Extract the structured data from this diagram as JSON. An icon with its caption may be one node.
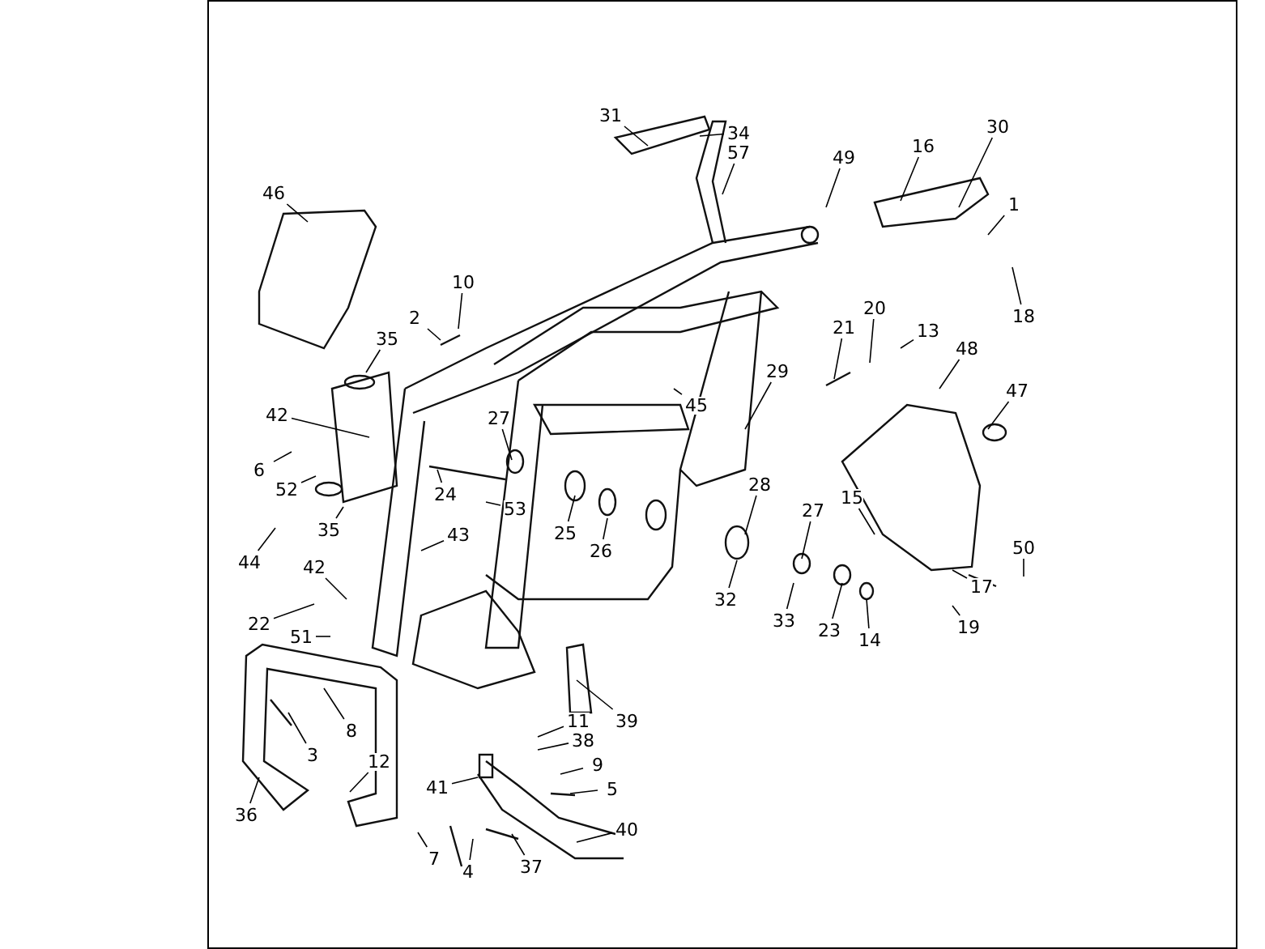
{
  "diagram": {
    "nodes": [
      {
        "text": [
          "31"
        ]
      },
      {
        "text": [
          "34"
        ]
      },
      {
        "text": [
          "57"
        ]
      },
      {
        "text": [
          "49"
        ]
      },
      {
        "text": [
          "16"
        ]
      },
      {
        "text": [
          "30"
        ]
      },
      {
        "text": [
          "1"
        ]
      },
      {
        "text": [
          "18"
        ]
      },
      {
        "text": [
          "46"
        ]
      },
      {
        "text": [
          "10"
        ]
      },
      {
        "text": [
          "2"
        ]
      },
      {
        "text": [
          "35"
        ]
      },
      {
        "text": [
          "21"
        ]
      },
      {
        "text": [
          "20"
        ]
      },
      {
        "text": [
          "13"
        ]
      },
      {
        "text": [
          "48"
        ]
      },
      {
        "text": [
          "47"
        ]
      },
      {
        "text": [
          "29"
        ]
      },
      {
        "text": [
          "45"
        ]
      },
      {
        "text": [
          "42"
        ]
      },
      {
        "text": [
          "27"
        ]
      },
      {
        "text": [
          "6"
        ]
      },
      {
        "text": [
          "52"
        ]
      },
      {
        "text": [
          "24"
        ]
      },
      {
        "text": [
          "35"
        ]
      },
      {
        "text": [
          "53"
        ]
      },
      {
        "text": [
          "44"
        ]
      },
      {
        "text": [
          "43"
        ]
      },
      {
        "text": [
          "25"
        ]
      },
      {
        "text": [
          "26"
        ]
      },
      {
        "text": [
          "28"
        ]
      },
      {
        "text": [
          "27"
        ]
      },
      {
        "text": [
          "15"
        ]
      },
      {
        "text": [
          "17"
        ]
      },
      {
        "text": [
          "50"
        ]
      },
      {
        "text": [
          "19"
        ]
      },
      {
        "text": [
          "42"
        ]
      },
      {
        "text": [
          "22"
        ]
      },
      {
        "text": [
          "51"
        ]
      },
      {
        "text": [
          "32"
        ]
      },
      {
        "text": [
          "33"
        ]
      },
      {
        "text": [
          "23"
        ]
      },
      {
        "text": [
          "14"
        ]
      },
      {
        "text": [
          "8"
        ]
      },
      {
        "text": [
          "3"
        ]
      },
      {
        "text": [
          "11"
        ]
      },
      {
        "text": [
          "38"
        ]
      },
      {
        "text": [
          "39"
        ]
      },
      {
        "text": [
          "9"
        ]
      },
      {
        "text": [
          "5"
        ]
      },
      {
        "text": [
          "12"
        ]
      },
      {
        "text": [
          "41"
        ]
      },
      {
        "text": [
          "36"
        ]
      },
      {
        "text": [
          "40"
        ]
      },
      {
        "text": [
          "7"
        ]
      },
      {
        "text": [
          "4"
        ]
      },
      {
        "text": [
          "37"
        ]
      }
    ],
    "edges": [
      {
        "from": 0,
        "to": null,
        "arrow": "none"
      },
      {
        "from": 1,
        "to": null,
        "arrow": "none"
      },
      {
        "from": 2,
        "to": null,
        "arrow": "none"
      },
      {
        "from": 3,
        "to": null,
        "arrow": "none"
      },
      {
        "from": 4,
        "to": null,
        "arrow": "none"
      },
      {
        "from": 5,
        "to": null,
        "arrow": "none"
      },
      {
        "from": 6,
        "to": null,
        "arrow": "none"
      },
      {
        "from": 7,
        "to": null,
        "arrow": "none"
      },
      {
        "from": 8,
        "to": null,
        "arrow": "none"
      },
      {
        "from": 9,
        "to": null,
        "arrow": "none"
      },
      {
        "from": 10,
        "to": null,
        "arrow": "none"
      },
      {
        "from": 11,
        "to": null,
        "arrow": "none"
      },
      {
        "from": 12,
        "to": null,
        "arrow": "none"
      },
      {
        "from": 13,
        "to": null,
        "arrow": "none"
      },
      {
        "from": 14,
        "to": null,
        "arrow": "none"
      },
      {
        "from": 15,
        "to": null,
        "arrow": "none"
      },
      {
        "from": 16,
        "to": null,
        "arrow": "none"
      },
      {
        "from": 17,
        "to": null,
        "arrow": "none"
      },
      {
        "from": 18,
        "to": null,
        "arrow": "none"
      },
      {
        "from": 19,
        "to": null,
        "arrow": "none"
      },
      {
        "from": 20,
        "to": null,
        "arrow": "none"
      },
      {
        "from": 21,
        "to": null,
        "arrow": "none"
      },
      {
        "from": 22,
        "to": null,
        "arrow": "none"
      },
      {
        "from": 23,
        "to": null,
        "arrow": "none"
      },
      {
        "from": 24,
        "to": null,
        "arrow": "none"
      },
      {
        "from": 25,
        "to": null,
        "arrow": "none"
      },
      {
        "from": 26,
        "to": null,
        "arrow": "none"
      },
      {
        "from": 27,
        "to": null,
        "arrow": "none"
      },
      {
        "from": 28,
        "to": null,
        "arrow": "none"
      },
      {
        "from": 29,
        "to": null,
        "arrow": "none"
      },
      {
        "from": 30,
        "to": null,
        "arrow": "none"
      },
      {
        "from": 31,
        "to": null,
        "arrow": "none"
      },
      {
        "from": 32,
        "to": null,
        "arrow": "none"
      },
      {
        "from": 33,
        "to": null,
        "arrow": "none"
      },
      {
        "from": 34,
        "to": null,
        "arrow": "none"
      },
      {
        "from": 35,
        "to": null,
        "arrow": "none"
      },
      {
        "from": 36,
        "to": null,
        "arrow": "none"
      },
      {
        "from": 37,
        "to": null,
        "arrow": "none"
      },
      {
        "from": 38,
        "to": null,
        "arrow": "none"
      },
      {
        "from": 39,
        "to": null,
        "arrow": "none"
      },
      {
        "from": 40,
        "to": null,
        "arrow": "none"
      },
      {
        "from": 41,
        "to": null,
        "arrow": "none"
      },
      {
        "from": 42,
        "to": null,
        "arrow": "none"
      },
      {
        "from": 43,
        "to": null,
        "arrow": "none"
      },
      {
        "from": 44,
        "to": null,
        "arrow": "none"
      },
      {
        "from": 45,
        "to": null,
        "arrow": "none"
      },
      {
        "from": 46,
        "to": null,
        "arrow": "none"
      },
      {
        "from": 47,
        "to": null,
        "arrow": "none"
      },
      {
        "from": 48,
        "to": null,
        "arrow": "none"
      },
      {
        "from": 49,
        "to": null,
        "arrow": "none"
      },
      {
        "from": 50,
        "to": null,
        "arrow": "none"
      },
      {
        "from": 51,
        "to": null,
        "arrow": "none"
      },
      {
        "from": 52,
        "to": null,
        "arrow": "none"
      },
      {
        "from": 53,
        "to": null,
        "arrow": "none"
      },
      {
        "from": 54,
        "to": null,
        "arrow": "none"
      },
      {
        "from": 55,
        "to": null,
        "arrow": "none"
      },
      {
        "from": 56,
        "to": null,
        "arrow": "none"
      }
    ]
  }
}
